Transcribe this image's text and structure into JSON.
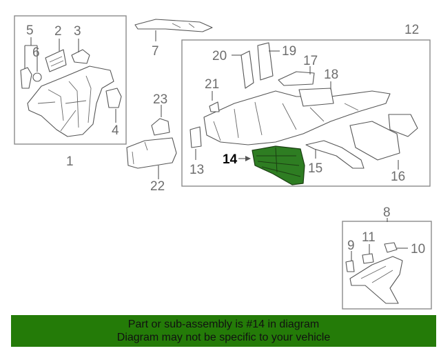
{
  "diagram": {
    "callouts": {
      "c1": "1",
      "c2": "2",
      "c3": "3",
      "c4": "4",
      "c5": "5",
      "c6": "6",
      "c7": "7",
      "c8": "8",
      "c9": "9",
      "c10": "10",
      "c11": "11",
      "c12": "12",
      "c13": "13",
      "c14": "14",
      "c15": "15",
      "c16": "16",
      "c17": "17",
      "c18": "18",
      "c19": "19",
      "c20": "20",
      "c21": "21",
      "c22": "22",
      "c23": "23"
    },
    "highlighted_part": "14",
    "highlight_color": "#2e7d22"
  },
  "banner": {
    "line1": "Part or sub-assembly is #14 in diagram",
    "line2": "Diagram may not be specific to your vehicle",
    "background": "#247b08"
  }
}
